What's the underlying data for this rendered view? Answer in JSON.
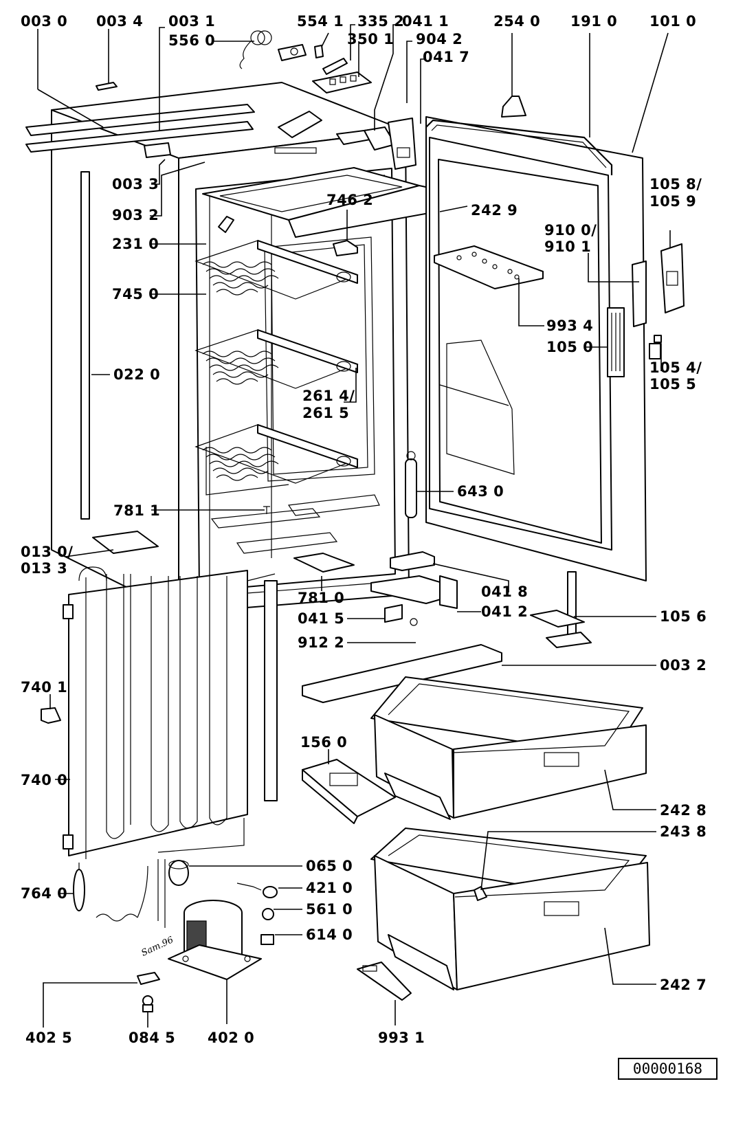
{
  "diagram": {
    "labels": {
      "l0030": "003 0",
      "l0034": "003 4",
      "l0031": "003 1",
      "l5560": "556 0",
      "l5541": "554 1",
      "l3352": "335 2",
      "l3501": "350 1",
      "l0411": "041 1",
      "l9042": "904 2",
      "l0417": "041 7",
      "l2540": "254 0",
      "l1910": "191 0",
      "l1010": "101 0",
      "l0033": "003 3",
      "l9032": "903 2",
      "l7462": "746 2",
      "l2429": "242 9",
      "l10589a": "105 8/",
      "l10589b": "105 9",
      "l2310": "231 0",
      "l9101a": "910 0/",
      "l9101b": "910 1",
      "l7450": "745 0",
      "l9934": "993 4",
      "l1050": "105 0",
      "l0220": "022 0",
      "l10545a": "105 4/",
      "l10545b": "105 5",
      "l2614a": "261 4/",
      "l2614b": "261 5",
      "l6430": "643 0",
      "l7811": "781 1",
      "l0130a": "013 0/",
      "l0130b": "013 3",
      "l7810": "781 0",
      "l0418": "041 8",
      "l0415": "041 5",
      "l0412": "041 2",
      "l1056": "105 6",
      "l9122": "912 2",
      "l0032": "003 2",
      "l7401": "740 1",
      "l1560": "156 0",
      "l7400": "740 0",
      "l2428": "242 8",
      "l2438": "243 8",
      "l0650": "065 0",
      "l7640": "764 0",
      "l4210": "421 0",
      "l5610": "561 0",
      "l6140": "614 0",
      "l2427": "242 7",
      "l4025": "402 5",
      "l0845": "084 5",
      "l4020": "402 0",
      "l9931": "993 1"
    },
    "handwritten_note": "Sam.96",
    "drawing_number": "00000168"
  }
}
